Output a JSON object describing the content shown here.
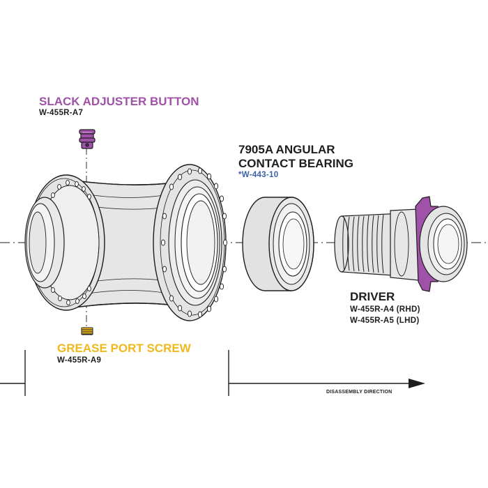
{
  "parts": {
    "slack_adjuster": {
      "title": "SLACK ADJUSTER BUTTON",
      "part_number": "W-455R-A7"
    },
    "grease_port": {
      "title": "GREASE PORT SCREW",
      "part_number": "W-455R-A9"
    },
    "bearing": {
      "title_line1": "7905A ANGULAR",
      "title_line2": "CONTACT BEARING",
      "part_number": "*W-443-10"
    },
    "driver": {
      "title": "DRIVER",
      "part_number_rhd": "W-455R-A4 (RHD)",
      "part_number_lhd": "W-455R-A5 (LHD)"
    }
  },
  "direction_label": "DISASSEMBLY DIRECTION",
  "colors": {
    "slack_adjuster": "#a052a8",
    "grease_port": "#f0b81c",
    "part_number_blue": "#3a5fa8",
    "line": "#1d1d1d",
    "metal_fill": "#e4e4e4"
  }
}
